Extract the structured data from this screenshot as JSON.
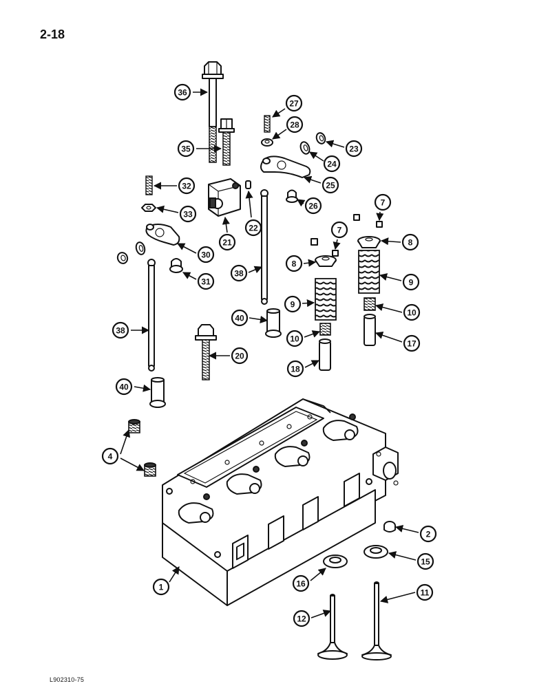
{
  "page_number": "2-18",
  "figure_code": "L902310-75",
  "callouts": [
    "36",
    "35",
    "27",
    "28",
    "23",
    "24",
    "25",
    "26",
    "32",
    "33",
    "21",
    "22",
    "30",
    "31",
    "7",
    "8",
    "9",
    "10",
    "17",
    "18",
    "38",
    "40",
    "20",
    "4",
    "2",
    "15",
    "16",
    "1",
    "11",
    "12"
  ]
}
